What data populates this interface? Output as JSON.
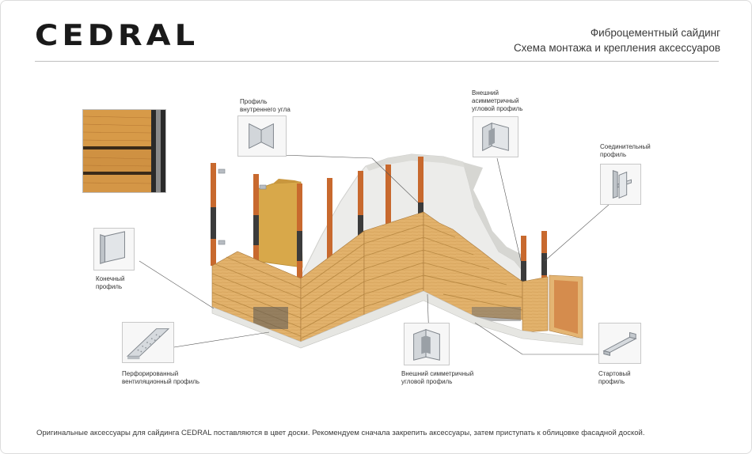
{
  "header": {
    "brand": "CEDRAL",
    "title_line1": "Фиброцементный сайдинг",
    "title_line2": "Схема монтажа и крепления аксессуаров"
  },
  "callouts": {
    "inner_corner": {
      "line1": "Профиль",
      "line2": "внутреннего угла"
    },
    "outer_asym": {
      "line1": "Внешний",
      "line2": "асимметричный",
      "line3": "угловой профиль"
    },
    "connecting": {
      "line1": "Соединительный",
      "line2": "профиль"
    },
    "end_profile": {
      "line1": "Конечный",
      "line2": "профиль"
    },
    "perforated": {
      "line1": "Перфорированный",
      "line2": "вентиляционный профиль"
    },
    "outer_sym": {
      "line1": "Внешний симметричный",
      "line2": "угловой профиль"
    },
    "starter": {
      "line1": "Стартовый",
      "line2": "профиль"
    }
  },
  "footer": {
    "note": "Оригинальные аксессуары для сайдинга CEDRAL поставляются в цвет доски.  Рекомендуем сначала закрепить аксессуары, затем приступать к облицовке фасадной доской."
  },
  "colors": {
    "siding": "#e2b26c",
    "siding_shadow": "#b98a44",
    "batten": "#c8692e",
    "wall": "#eaeae6",
    "membrane": "#d8a84a",
    "metal": "#c9cdd2",
    "text": "#333333"
  },
  "icons": [
    "wood-texture-icon",
    "inner-corner-profile-icon",
    "outer-asym-corner-icon",
    "connecting-profile-icon",
    "end-profile-icon",
    "perforated-vent-profile-icon",
    "outer-sym-corner-icon",
    "starter-profile-icon"
  ]
}
